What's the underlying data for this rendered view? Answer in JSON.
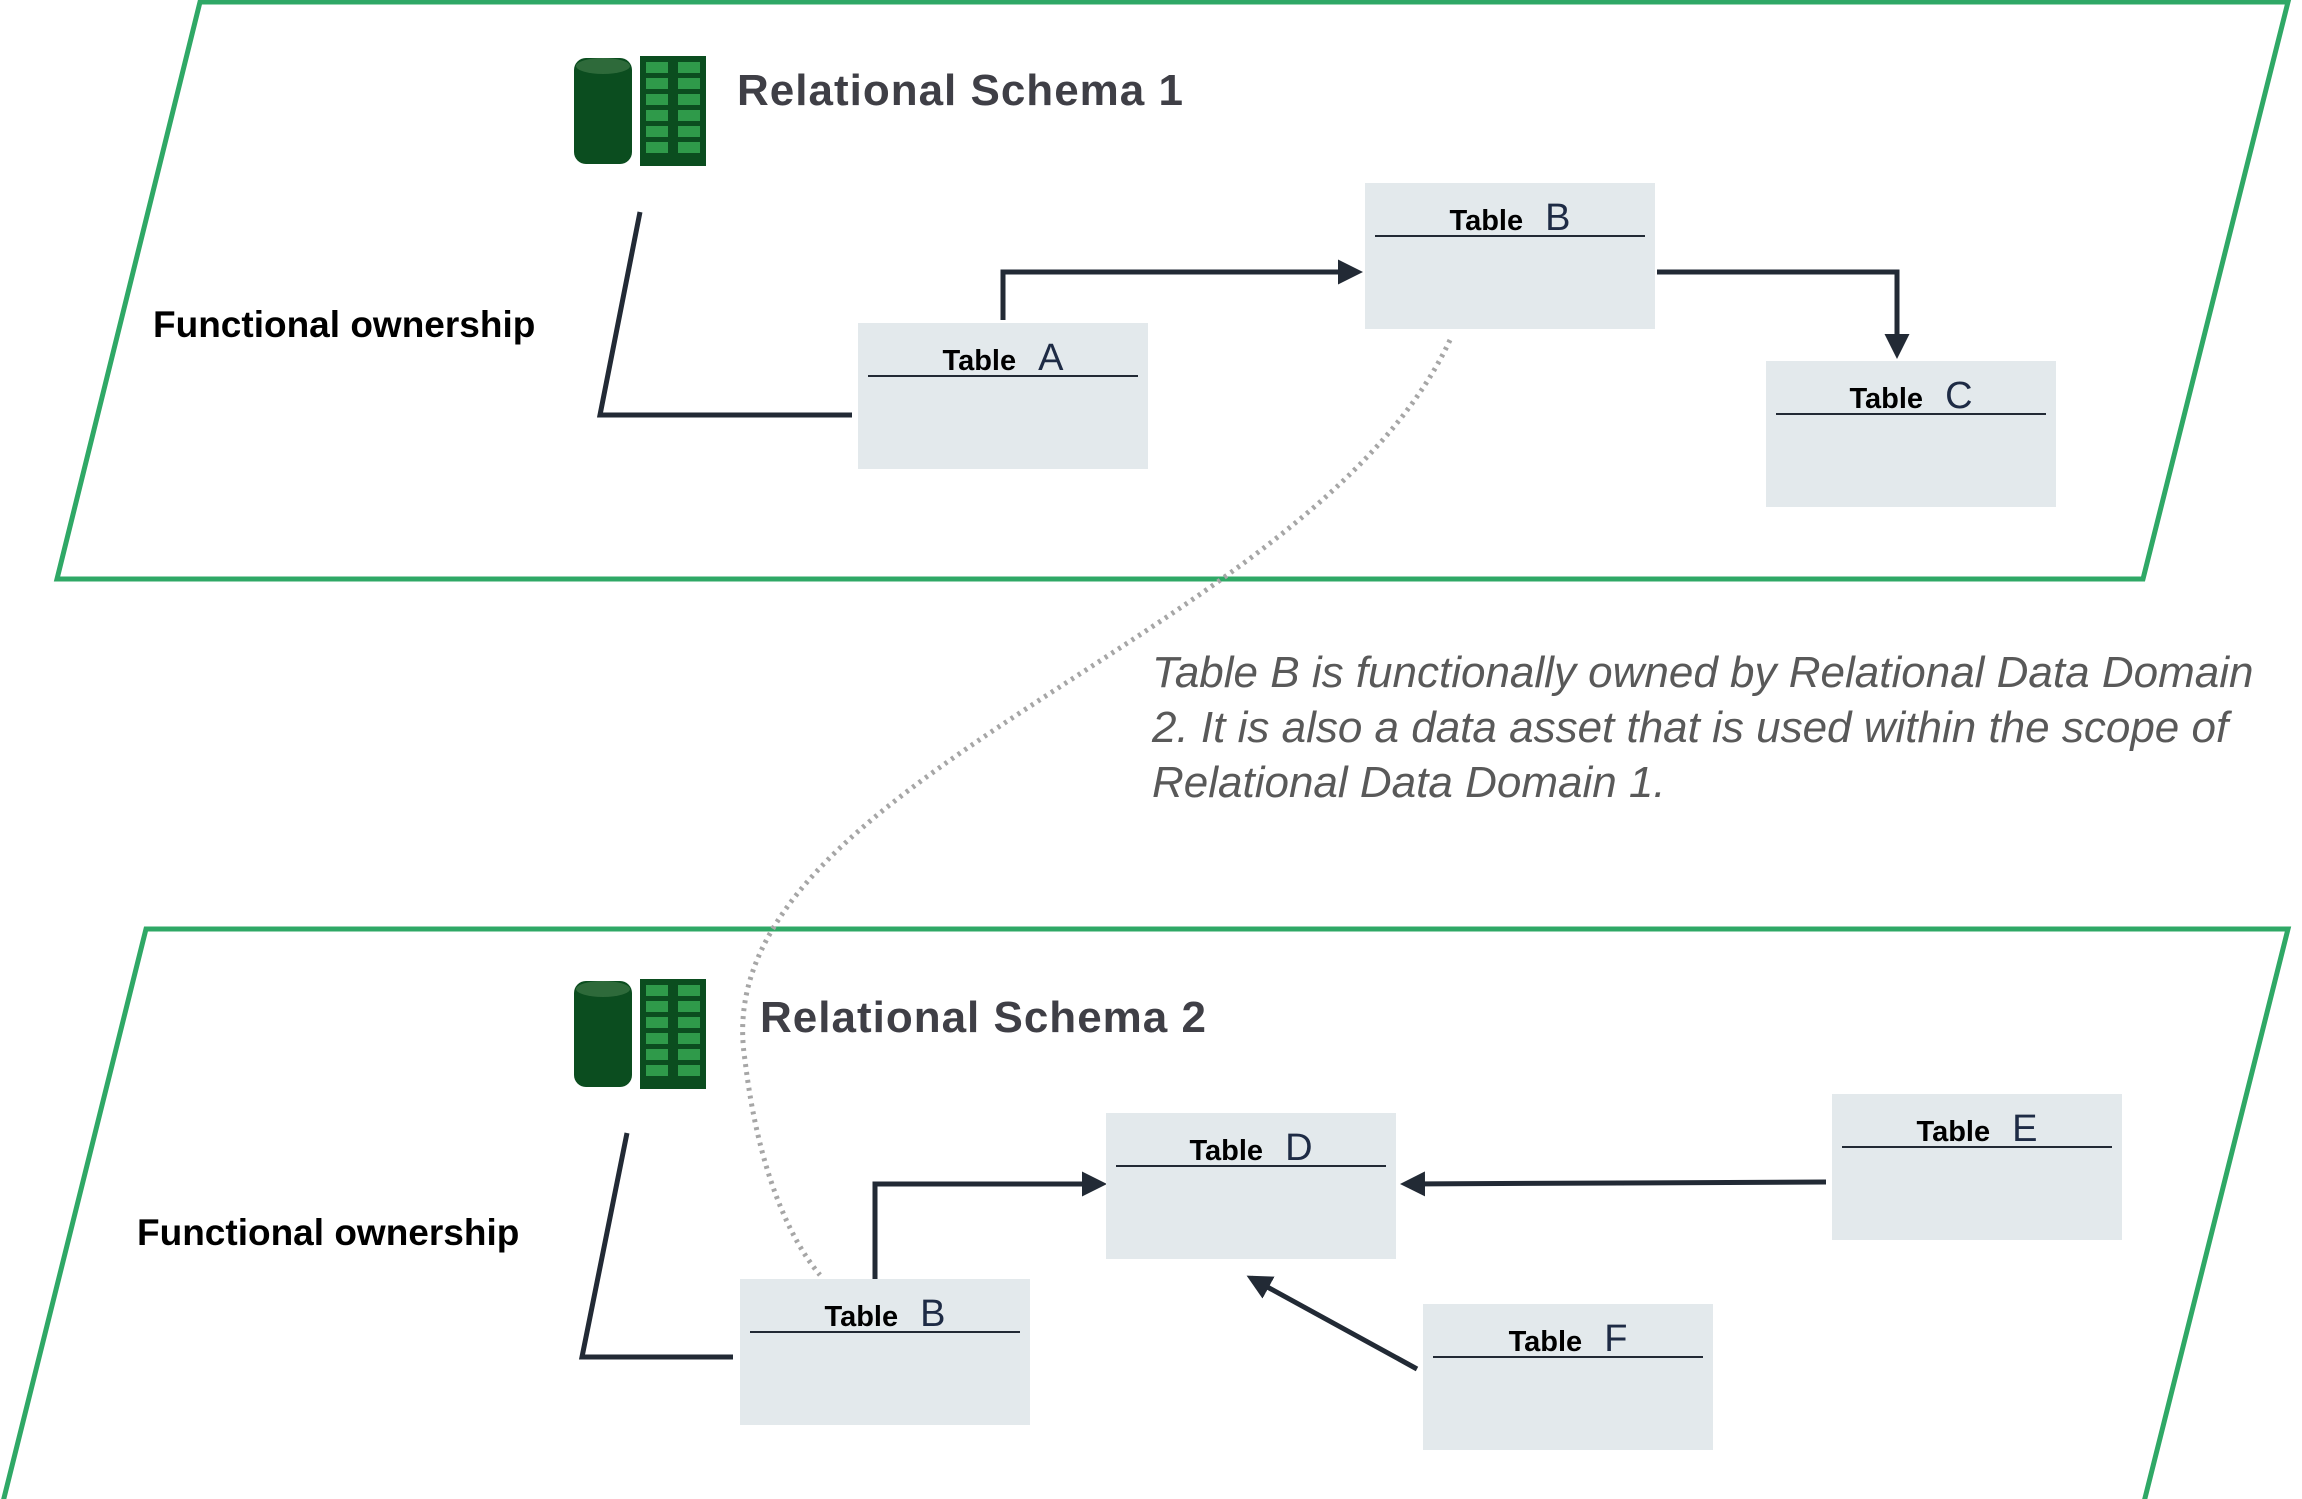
{
  "colors": {
    "frame": "#2fa866",
    "connector": "#222a35",
    "dotted": "#a6a6a6",
    "table_fill": "#e3e9ec",
    "icon_dark": "#0b4d1f",
    "icon_green": "#1c7a33"
  },
  "schema1": {
    "title": "Relational Schema 1",
    "ownership_label": "Functional ownership",
    "icon": "database-table-icon",
    "tables": [
      {
        "word": "Table",
        "letter": "A"
      },
      {
        "word": "Table",
        "letter": "B"
      },
      {
        "word": "Table",
        "letter": "C"
      }
    ]
  },
  "schema2": {
    "title": "Relational Schema 2",
    "ownership_label": "Functional ownership",
    "icon": "database-table-icon",
    "tables": [
      {
        "word": "Table",
        "letter": "B"
      },
      {
        "word": "Table",
        "letter": "D"
      },
      {
        "word": "Table",
        "letter": "E"
      },
      {
        "word": "Table",
        "letter": "F"
      }
    ]
  },
  "note": "Table B is functionally owned by Relational Data Domain 2. It is also a data asset that is used within the scope of Relational Data Domain 1."
}
